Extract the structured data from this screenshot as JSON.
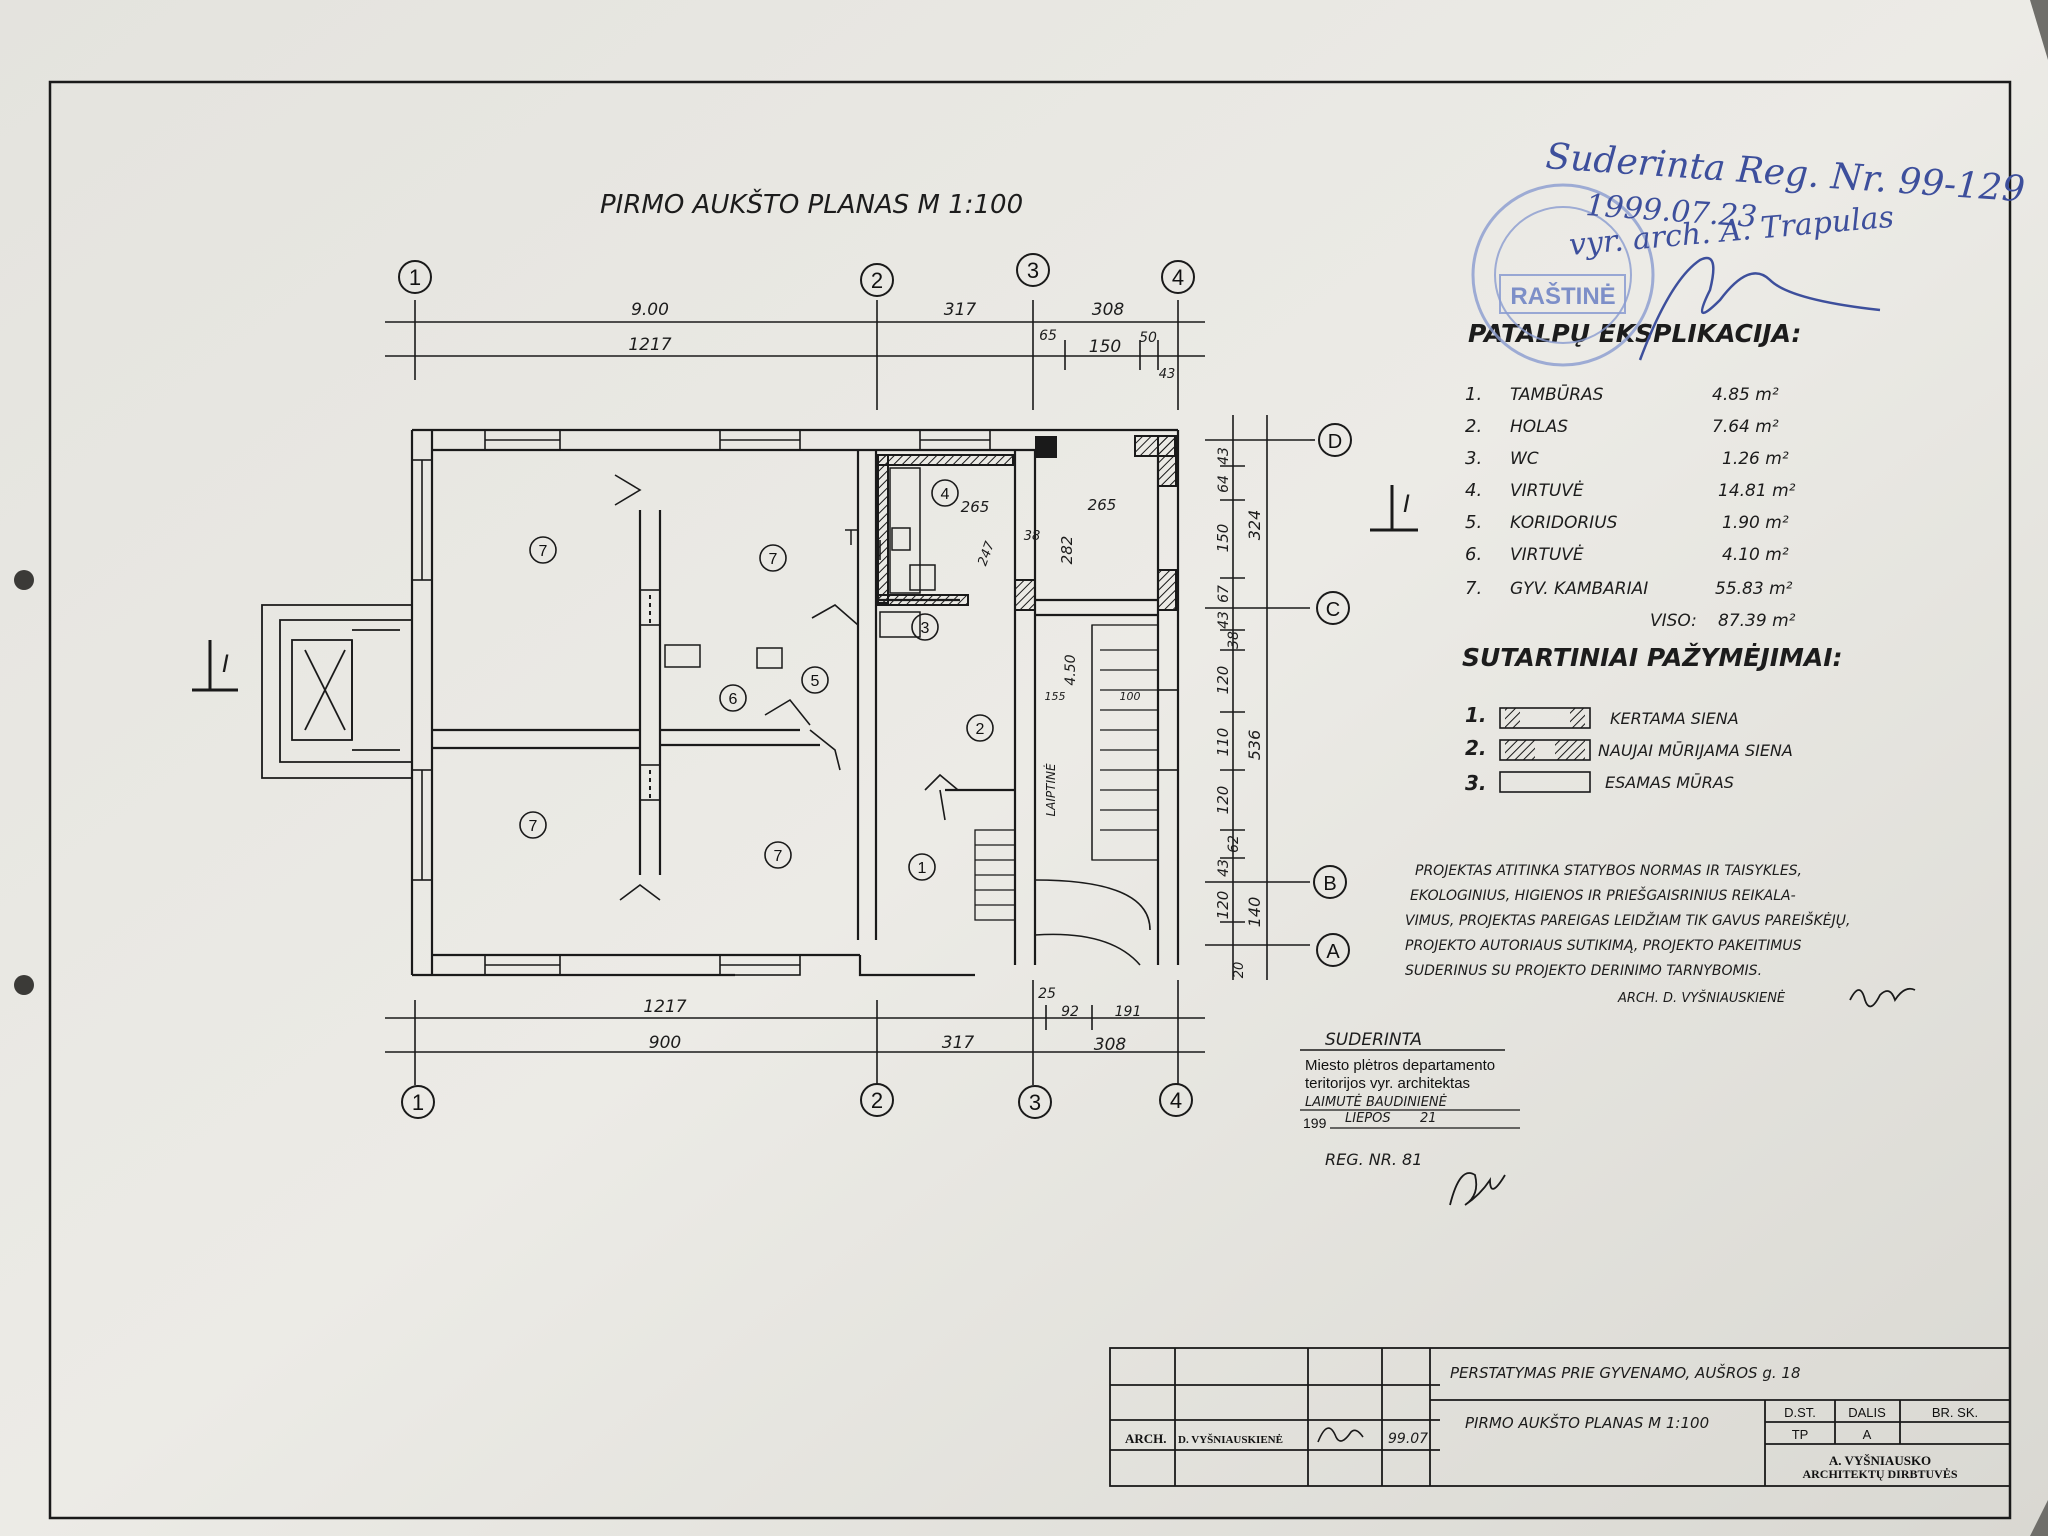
{
  "title": "PIRMO AUKŠTO PLANAS M 1:100",
  "section_mark": "I",
  "axes_numbers": [
    "1",
    "2",
    "3",
    "4"
  ],
  "axes_letters": [
    "D",
    "C",
    "B",
    "A"
  ],
  "dims_top": {
    "row1": [
      "9.00",
      "317",
      "308"
    ],
    "row2": [
      "1217",
      "65",
      "150",
      "50",
      "43"
    ]
  },
  "dims_bottom": {
    "row1": [
      "1217",
      "25",
      "92",
      "191"
    ],
    "row2": [
      "900",
      "317",
      "308"
    ]
  },
  "dims_right": {
    "inner": [
      "43",
      "64",
      "150",
      "67",
      "43",
      "38",
      "120",
      "110",
      "120",
      "62",
      "43",
      "120",
      "20"
    ],
    "outer": [
      "324",
      "536",
      "140"
    ]
  },
  "room_dims": [
    "265",
    "265",
    "38",
    "282",
    "247",
    "4.50",
    "155",
    "100"
  ],
  "room_numbers": [
    "7",
    "7",
    "4",
    "3",
    "6",
    "5",
    "2",
    "7",
    "7",
    "1"
  ],
  "stair_label": "LAIPTINĖ",
  "explication": {
    "heading": "PATALPŲ EKSPLIKACIJA:",
    "rows": [
      {
        "no": "1.",
        "name": "TAMBŪRAS",
        "area": "4.85 m²"
      },
      {
        "no": "2.",
        "name": "HOLAS",
        "area": "7.64 m²"
      },
      {
        "no": "3.",
        "name": "WC",
        "area": "1.26 m²"
      },
      {
        "no": "4.",
        "name": "VIRTUVĖ",
        "area": "14.81 m²"
      },
      {
        "no": "5.",
        "name": "KORIDORIUS",
        "area": "1.90 m²"
      },
      {
        "no": "6.",
        "name": "VIRTUVĖ",
        "area": "4.10 m²"
      },
      {
        "no": "7.",
        "name": "GYV. KAMBARIAI",
        "area": "55.83 m²"
      }
    ],
    "total_label": "VISO:",
    "total_value": "87.39 m²"
  },
  "legend": {
    "heading": "SUTARTINIAI PAŽYMĖJIMAI:",
    "items": [
      {
        "no": "1.",
        "label": "KERTAMA SIENA"
      },
      {
        "no": "2.",
        "label": "NAUJAI MŪRIJAMA SIENA"
      },
      {
        "no": "3.",
        "label": "ESAMAS MŪRAS"
      }
    ]
  },
  "note": {
    "lines": [
      "PROJEKTAS ATITINKA STATYBOS NORMAS IR TAISYKLES,",
      "EKOLOGINIUS, HIGIENOS IR PRIEŠGAISRINIUS REIKALA-",
      "VIMUS, PROJEKTAS PAREIGAS LEIDŽIAM TIK GAVUS PAREIŠKĖJŲ,",
      "PROJEKTO AUTORIAUS SUTIKIMĄ, PROJEKTO PAKEITIMUS",
      "SUDERINUS SU PROJEKTO DERINIMO TARNYBOMIS."
    ],
    "signer": "ARCH. D. VYŠNIAUSKIENĖ"
  },
  "approval_stamp": {
    "heading": "SUDERINTA",
    "line1": "Miesto plėtros departamento",
    "line2": "teritorijos vyr. architektas",
    "name": "LAIMUTĖ BAUDINIENĖ",
    "date_year": "199",
    "date_month": "LIEPOS",
    "date_day": "21",
    "reg": "REG. NR. 81"
  },
  "blue_stamp": {
    "line1": "Suderinta Reg. Nr. 99-129",
    "line2": "1999.07.23",
    "line3": "vyr. arch. A. Trapulas",
    "seal_text": "RAŠTINĖ"
  },
  "title_block": {
    "project": "PERSTATYMAS PRIE GYVENAMO, AUŠROS g. 18",
    "sheet_name": "PIRMO AUKŠTO PLANAS M 1:100",
    "role": "ARCH.",
    "person": "D. VYŠNIAUSKIENĖ",
    "date": "99.07",
    "col_stage": "D.ST.",
    "col_part": "DALIS",
    "col_sheets": "BR. SK.",
    "stage": "TP",
    "part": "A",
    "firm_line1": "A. VYŠNIAUSKO",
    "firm_line2": "ARCHITEKTŲ DIRBTUVĖS"
  },
  "colors": {
    "paper": "#e9e8e3",
    "ink": "#1a1a1a",
    "blue_ink": "#3d4f9c",
    "table": "#6f6e6a"
  }
}
